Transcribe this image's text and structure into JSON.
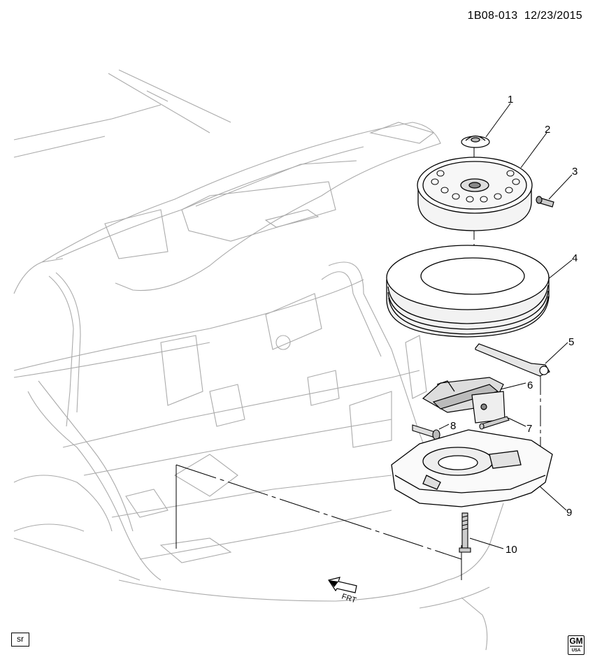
{
  "header": {
    "diagram_id": "1B08-013",
    "date": "12/23/2015"
  },
  "callouts": [
    "1",
    "2",
    "3",
    "4",
    "5",
    "6",
    "7",
    "8",
    "9",
    "10"
  ],
  "direction_label": "FRT",
  "corner_badge": "sr",
  "logo": {
    "text": "GM",
    "sub": "USA"
  }
}
